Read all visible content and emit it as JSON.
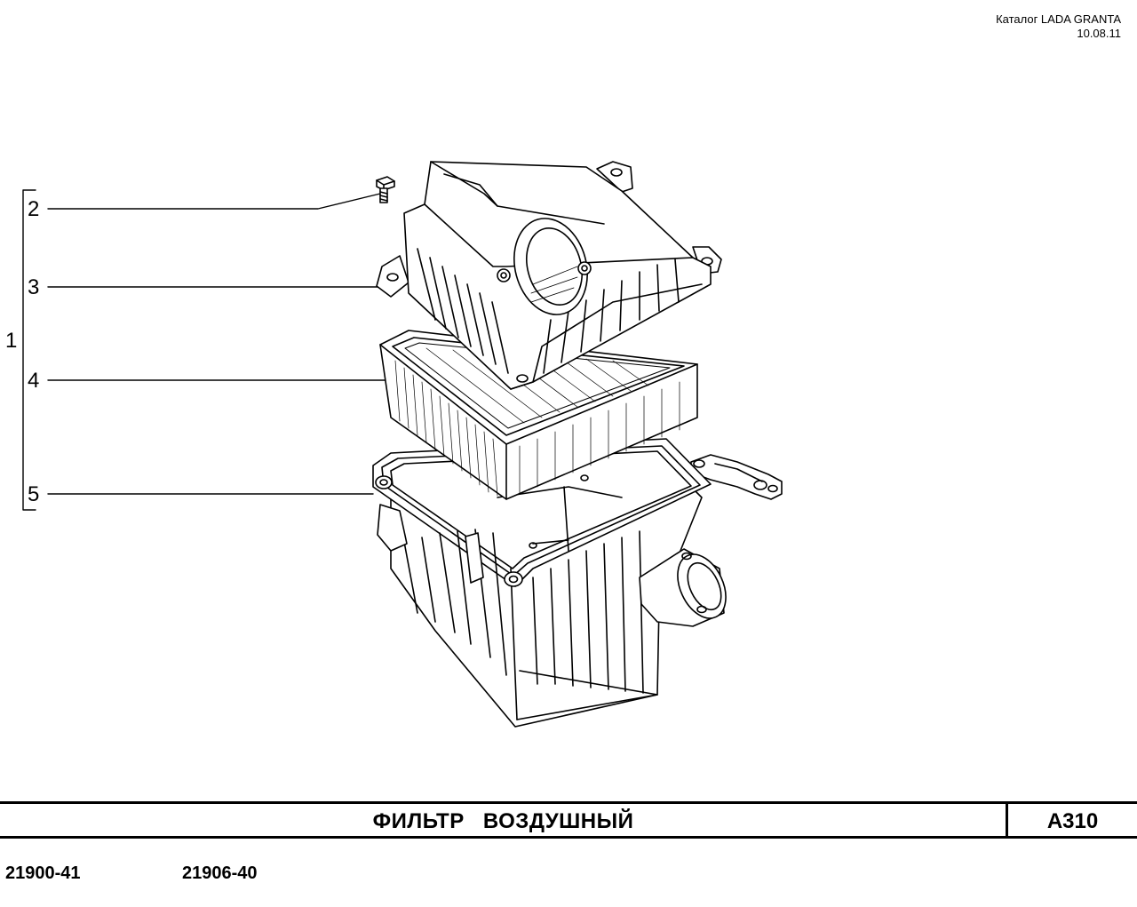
{
  "header": {
    "catalog": "Каталог LADA  GRANTA",
    "date": "10.08.11"
  },
  "callouts": {
    "group": "1",
    "item2": "2",
    "item3": "3",
    "item4": "4",
    "item5": "5"
  },
  "title": {
    "name": "ФИЛЬТР   ВОЗДУШНЫЙ",
    "code": "A310"
  },
  "models": [
    "21900-41",
    "21906-40"
  ]
}
